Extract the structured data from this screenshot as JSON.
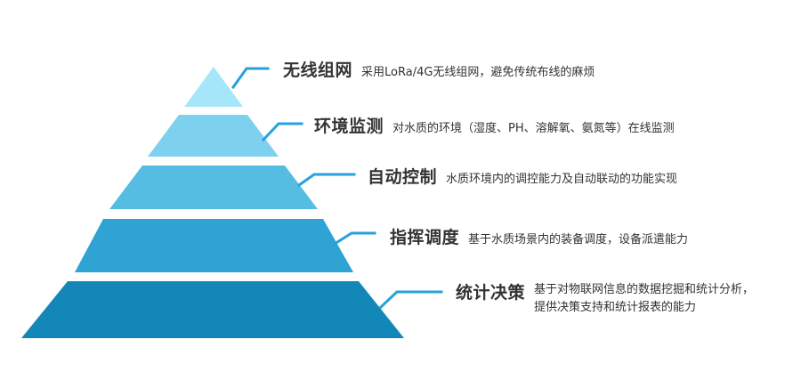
{
  "colors": {
    "tier1": "#a6e6fb",
    "tier2": "#7dd1ef",
    "tier3": "#55bce2",
    "tier4": "#2fa3d4",
    "tier5": "#1387b8",
    "connector": "#27a1dc"
  },
  "levels": [
    {
      "title": "无线组网",
      "desc": "采用LoRa/4G无线组网，避免传统布线的麻烦"
    },
    {
      "title": "环境监测",
      "desc": "对水质的环境（湿度、PH、溶解氧、氨氮等）在线监测"
    },
    {
      "title": "自动控制",
      "desc": "水质环境内的调控能力及自动联动的功能实现"
    },
    {
      "title": "指挥调度",
      "desc": "基于水质场景内的装备调度，设备派遣能力"
    },
    {
      "title": "统计决策",
      "desc_line1": "基于对物联网信息的数据挖掘和统计分析，",
      "desc_line2": "提供决策支持和统计报表的能力"
    }
  ]
}
